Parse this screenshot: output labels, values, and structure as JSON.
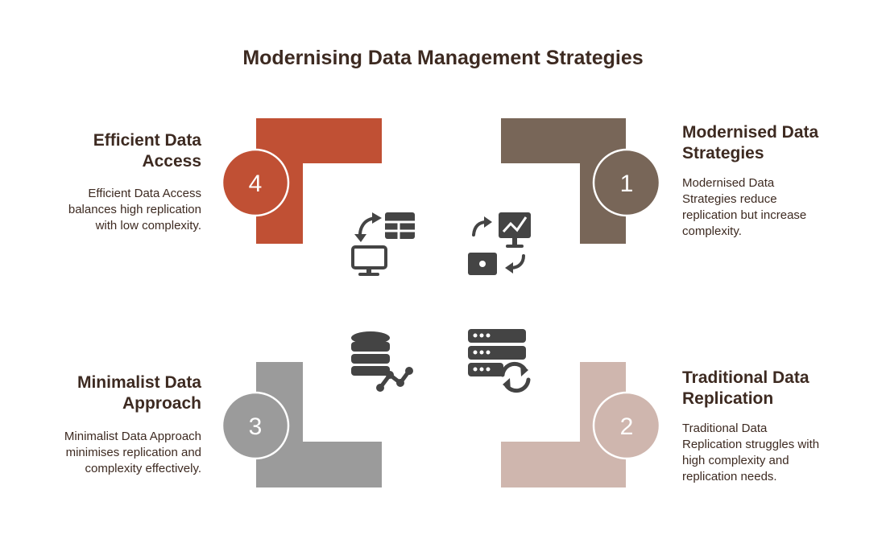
{
  "title": "Modernising Data Management Strategies",
  "colors": {
    "step1": "#786658",
    "step2": "#cfb6ae",
    "step3": "#9b9b9b",
    "step4": "#c05034",
    "icon": "#444444",
    "text": "#3d2a21"
  },
  "steps": [
    {
      "number": "1",
      "heading_line1": "Modernised Data",
      "heading_line2": "Strategies",
      "description_lines": [
        "Modernised Data",
        "Strategies reduce",
        "replication but increase",
        "complexity."
      ],
      "icon": "monitor-chart-transfer-icon"
    },
    {
      "number": "2",
      "heading_line1": "Traditional Data",
      "heading_line2": "Replication",
      "description_lines": [
        "Traditional Data",
        "Replication struggles with",
        "high complexity and",
        "replication needs."
      ],
      "icon": "server-sync-icon"
    },
    {
      "number": "3",
      "heading_line1": "Minimalist Data",
      "heading_line2": "Approach",
      "description_lines": [
        "Minimalist Data Approach",
        "minimises replication and",
        "complexity effectively."
      ],
      "icon": "database-graph-icon"
    },
    {
      "number": "4",
      "heading_line1": "Efficient Data",
      "heading_line2": "Access",
      "description_lines": [
        "Efficient Data Access",
        "balances high replication",
        "with low complexity."
      ],
      "icon": "monitor-table-transfer-icon"
    }
  ]
}
